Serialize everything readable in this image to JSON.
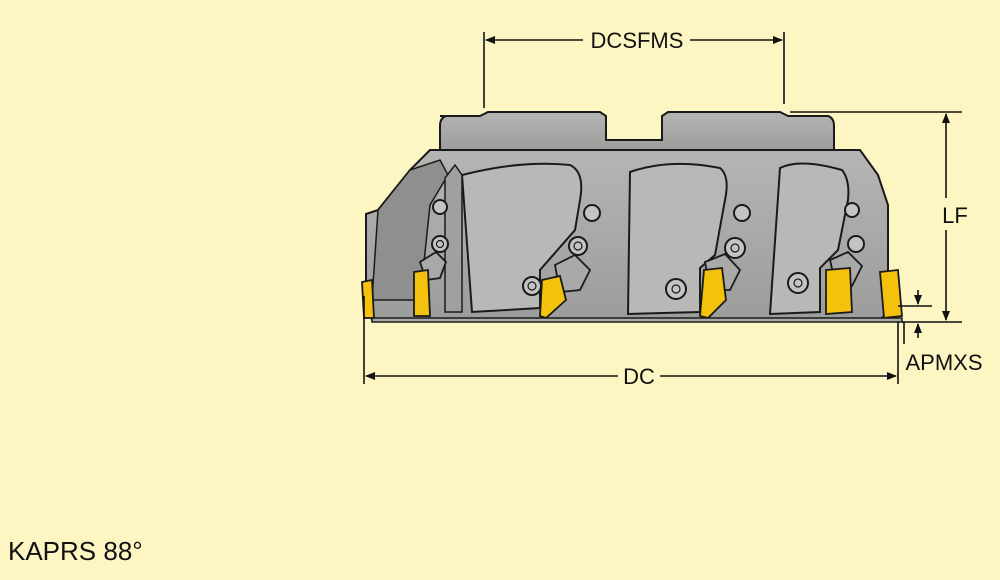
{
  "dimensions": {
    "top_width": "DCSFMS",
    "height": "LF",
    "cut_depth": "APMXS",
    "diameter": "DC"
  },
  "caption": "KAPRS 88°",
  "colors": {
    "background": "#fdf6c3",
    "body": "#a9aaa8",
    "insert": "#f4c20d",
    "outline": "#1a1a1a"
  }
}
